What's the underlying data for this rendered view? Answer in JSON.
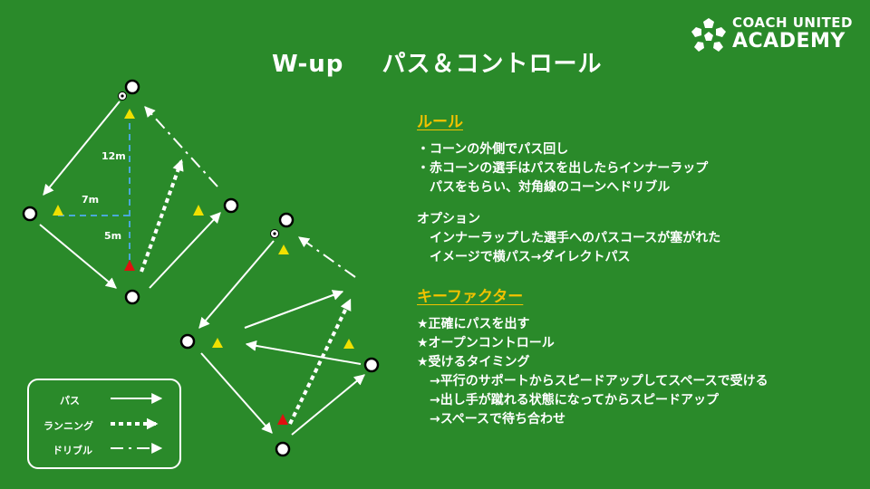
{
  "title": {
    "main": "W-up",
    "sub": "パス＆コントロール"
  },
  "logo": {
    "line1": "COACH UNITED",
    "line2": "ACADEMY"
  },
  "rules": {
    "heading": "ルール",
    "lines": [
      "・コーンの外側でパス回し",
      "・赤コーンの選手はパスを出したらインナーラップ",
      "　パスをもらい、対角線のコーンへドリブル"
    ]
  },
  "option": {
    "heading": "オプション",
    "lines": [
      "　インナーラップした選手へのパスコースが塞がれた",
      "　イメージで横パス→ダイレクトパス"
    ]
  },
  "keyfactor": {
    "heading": "キーファクター",
    "lines": [
      "★正確にパスを出す",
      "★オープンコントロール",
      "★受けるタイミング",
      "　→平行のサポートからスピードアップしてスペースで受ける",
      "　→出し手が蹴れる状態になってからスピードアップ",
      "　→スペースで待ち合わせ"
    ]
  },
  "measurements": {
    "vertical": "12m",
    "horizontal": "7m",
    "lower": "5m"
  },
  "legend": {
    "pass": "パス",
    "running": "ランニング",
    "dribble": "ドリブル"
  },
  "colors": {
    "field": "#2a8a2a",
    "accent": "#f2c200",
    "cone_yellow": "#f0e000",
    "cone_red": "#e01010",
    "measure_line": "#4aa8d8"
  }
}
